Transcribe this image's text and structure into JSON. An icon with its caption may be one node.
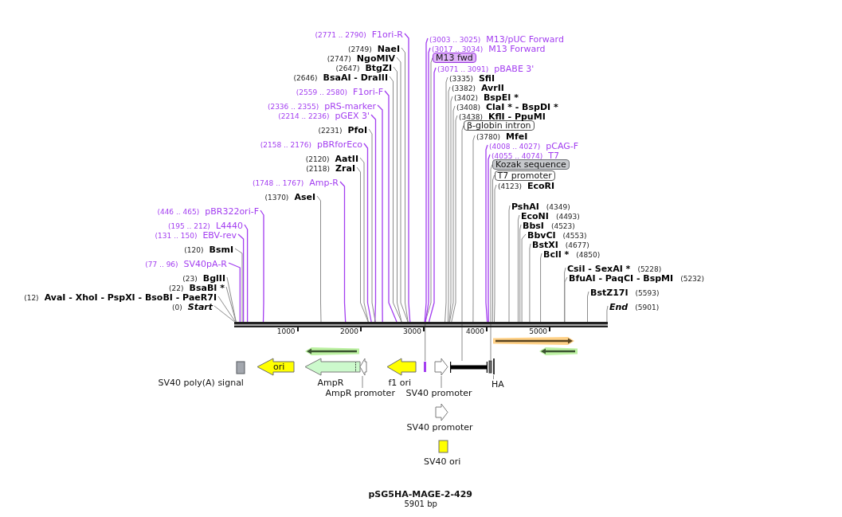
{
  "diagram": {
    "title": "pSG5HA-MAGE-2-429",
    "caption": "5901 bp",
    "nodes": [
      {
        "text": [
          "(2771 .. 2790)",
          "F1ori-R"
        ]
      },
      {
        "text": [
          "(2749)",
          "NaeI"
        ]
      },
      {
        "text": [
          "(2747)",
          "NgoMIV"
        ]
      },
      {
        "text": [
          "(2647)",
          "BtgZI"
        ]
      },
      {
        "text": [
          "(2646)",
          "BsaAI - DraIII"
        ]
      },
      {
        "text": [
          "(2559 .. 2580)",
          "F1ori-F"
        ]
      },
      {
        "text": [
          "(2336 .. 2355)",
          "pRS-marker"
        ]
      },
      {
        "text": [
          "(2214 .. 2236)",
          "pGEX 3'"
        ]
      },
      {
        "text": [
          "(4123)",
          "EcoRI"
        ]
      },
      {
        "text": [
          "(2231)",
          "PfoI"
        ]
      },
      {
        "text": [
          "Kozak sequence"
        ]
      },
      {
        "text": [
          "(2158 .. 2176)",
          "pBRforEco"
        ]
      },
      {
        "text": [
          "T7 promoter"
        ]
      },
      {
        "text": [
          "(2120)",
          "AatII"
        ]
      },
      {
        "text": [
          "(4055 .. 4074)",
          "T7"
        ]
      },
      {
        "text": [
          "(2118)",
          "ZraI"
        ]
      },
      {
        "text": [
          "(4008 .. 4027)",
          "pCAG-F"
        ]
      },
      {
        "text": [
          "(1748 .. 1767)",
          "Amp-R"
        ]
      },
      {
        "text": [
          "(3780)",
          "MfeI"
        ]
      },
      {
        "text": [
          "(1370)",
          "AseI"
        ]
      },
      {
        "text": [
          "β-globin intron"
        ]
      },
      {
        "text": [
          "PshAI",
          "(4349)"
        ]
      },
      {
        "text": [
          "(446 .. 465)",
          "pBR322ori-F"
        ]
      },
      {
        "text": [
          "(3438)",
          "KflI - PpuMI"
        ]
      },
      {
        "text": [
          "EcoNI",
          "(4493)"
        ]
      },
      {
        "text": [
          "(195 .. 212)",
          "L4440"
        ]
      },
      {
        "text": [
          "(3408)",
          "ClaI * - BspDI *"
        ]
      },
      {
        "text": [
          "BbsI",
          "(4523)"
        ]
      },
      {
        "text": [
          "(131 .. 150)",
          "EBV-rev"
        ]
      },
      {
        "text": [
          "(3402)",
          "BspEI *"
        ]
      },
      {
        "text": [
          "BbvCI",
          "(4553)"
        ]
      },
      {
        "text": [
          "(3382)",
          "AvrII"
        ]
      },
      {
        "text": [
          "BstXI",
          "(4677)"
        ]
      },
      {
        "text": [
          "(120)",
          "BsmI"
        ]
      },
      {
        "text": [
          "(3335)",
          "SfiI"
        ]
      },
      {
        "text": [
          "BclI *",
          "(4850)"
        ]
      },
      {
        "text": [
          "(77 .. 96)",
          "SV40pA-R"
        ]
      },
      {
        "text": [
          "(3071 .. 3091)",
          "pBABE 3'"
        ]
      },
      {
        "text": [
          "CsiI - SexAI *",
          "(5228)"
        ]
      },
      {
        "text": [
          "(23)",
          "BglII"
        ]
      },
      {
        "text": [
          "BfuAI - PaqCI - BspMI",
          "(5232)"
        ]
      },
      {
        "text": [
          "M13 fwd"
        ]
      },
      {
        "text": [
          "(22)",
          "BsaBI *"
        ]
      },
      {
        "text": [
          "BstZ17I",
          "(5593)"
        ]
      },
      {
        "text": [
          "(12)",
          "AvaI - XhoI - PspXI - BsoBI - PaeR7I"
        ]
      },
      {
        "text": [
          "(3017 .. 3034)",
          "M13 Forward"
        ]
      },
      {
        "text": [
          "(0)",
          "Start"
        ]
      },
      {
        "text": [
          "(3003 .. 3025)",
          "M13/pUC Forward"
        ]
      },
      {
        "text": [
          "End",
          "(5901)"
        ]
      },
      {
        "text": [],
        "shape": "bar"
      },
      {
        "text": [],
        "shape": "arrow"
      },
      {
        "text": [],
        "shape": "arrow"
      },
      {
        "text": [],
        "shape": "arrow"
      },
      {
        "text": [
          "SV40 poly(A) signal"
        ]
      },
      {
        "text": [
          "ori"
        ]
      },
      {
        "text": [
          "AmpR"
        ]
      },
      {
        "text": [],
        "shape": "arrow"
      },
      {
        "text": [
          "f1 ori"
        ]
      },
      {
        "text": [],
        "shape": "bar"
      },
      {
        "text": [],
        "shape": "arrow"
      },
      {
        "text": [],
        "shape": "bar"
      },
      {
        "text": [],
        "shape": "box"
      },
      {
        "text": [],
        "shape": "bar"
      },
      {
        "text": [
          "AmpR promoter"
        ]
      },
      {
        "text": [
          "SV40 promoter"
        ]
      },
      {
        "text": [
          "HA"
        ]
      },
      {
        "text": [
          "SV40 promoter"
        ]
      },
      {
        "text": [
          "SV40 ori"
        ]
      }
    ],
    "edges": [
      {
        "from": 0,
        "to": 49,
        "arrow": "none",
        "color": "#a33ef0"
      },
      {
        "from": 1,
        "to": 49,
        "arrow": "none"
      },
      {
        "from": 2,
        "to": 49,
        "arrow": "none"
      },
      {
        "from": 3,
        "to": 49,
        "arrow": "none"
      },
      {
        "from": 4,
        "to": 49,
        "arrow": "none"
      },
      {
        "from": 5,
        "to": 49,
        "arrow": "none",
        "color": "#a33ef0"
      },
      {
        "from": 6,
        "to": 49,
        "arrow": "none",
        "color": "#a33ef0"
      },
      {
        "from": 7,
        "to": 49,
        "arrow": "none",
        "color": "#a33ef0"
      },
      {
        "from": 8,
        "to": 49,
        "arrow": "none"
      },
      {
        "from": 9,
        "to": 49,
        "arrow": "none"
      },
      {
        "from": 10,
        "to": 61,
        "arrow": "none"
      },
      {
        "from": 11,
        "to": 49,
        "arrow": "none",
        "color": "#a33ef0"
      },
      {
        "from": 12,
        "to": 49,
        "arrow": "none"
      },
      {
        "from": 13,
        "to": 49,
        "arrow": "none"
      },
      {
        "from": 14,
        "to": 49,
        "arrow": "none",
        "color": "#a33ef0"
      },
      {
        "from": 15,
        "to": 49,
        "arrow": "none"
      },
      {
        "from": 16,
        "to": 49,
        "arrow": "none",
        "color": "#a33ef0"
      },
      {
        "from": 17,
        "to": 49,
        "arrow": "none",
        "color": "#a33ef0"
      },
      {
        "from": 18,
        "to": 49,
        "arrow": "none"
      },
      {
        "from": 19,
        "to": 49,
        "arrow": "none"
      },
      {
        "from": 20,
        "to": 60,
        "arrow": "none"
      },
      {
        "from": 21,
        "to": 49,
        "arrow": "none"
      },
      {
        "from": 22,
        "to": 49,
        "arrow": "none",
        "color": "#a33ef0"
      },
      {
        "from": 23,
        "to": 49,
        "arrow": "none"
      },
      {
        "from": 24,
        "to": 49,
        "arrow": "none"
      },
      {
        "from": 25,
        "to": 49,
        "arrow": "none",
        "color": "#a33ef0"
      },
      {
        "from": 26,
        "to": 49,
        "arrow": "none"
      },
      {
        "from": 27,
        "to": 49,
        "arrow": "none"
      },
      {
        "from": 28,
        "to": 49,
        "arrow": "none",
        "color": "#a33ef0"
      },
      {
        "from": 29,
        "to": 49,
        "arrow": "none"
      },
      {
        "from": 30,
        "to": 49,
        "arrow": "none"
      },
      {
        "from": 31,
        "to": 49,
        "arrow": "none"
      },
      {
        "from": 32,
        "to": 49,
        "arrow": "none"
      },
      {
        "from": 33,
        "to": 49,
        "arrow": "none"
      },
      {
        "from": 34,
        "to": 49,
        "arrow": "none"
      },
      {
        "from": 35,
        "to": 49,
        "arrow": "none"
      },
      {
        "from": 36,
        "to": 49,
        "arrow": "none",
        "color": "#a33ef0"
      },
      {
        "from": 37,
        "to": 49,
        "arrow": "none",
        "color": "#a33ef0"
      },
      {
        "from": 38,
        "to": 49,
        "arrow": "none"
      },
      {
        "from": 39,
        "to": 49,
        "arrow": "none"
      },
      {
        "from": 40,
        "to": 49,
        "arrow": "none"
      },
      {
        "from": 41,
        "to": 58,
        "arrow": "none"
      },
      {
        "from": 42,
        "to": 49,
        "arrow": "none"
      },
      {
        "from": 43,
        "to": 49,
        "arrow": "none"
      },
      {
        "from": 44,
        "to": 49,
        "arrow": "none"
      },
      {
        "from": 45,
        "to": 49,
        "arrow": "none",
        "color": "#a33ef0"
      },
      {
        "from": 46,
        "to": 49,
        "arrow": "none"
      },
      {
        "from": 47,
        "to": 49,
        "arrow": "none",
        "color": "#a33ef0"
      },
      {
        "from": 48,
        "to": 49,
        "arrow": "none"
      },
      {
        "from": 63,
        "to": 56,
        "arrow": "none"
      },
      {
        "from": 64,
        "to": 59,
        "arrow": "none"
      },
      {
        "from": 65,
        "to": 62,
        "arrow": "none"
      }
    ],
    "labels": [
      "1000",
      "2000",
      "3000",
      "4000",
      "5000"
    ]
  }
}
